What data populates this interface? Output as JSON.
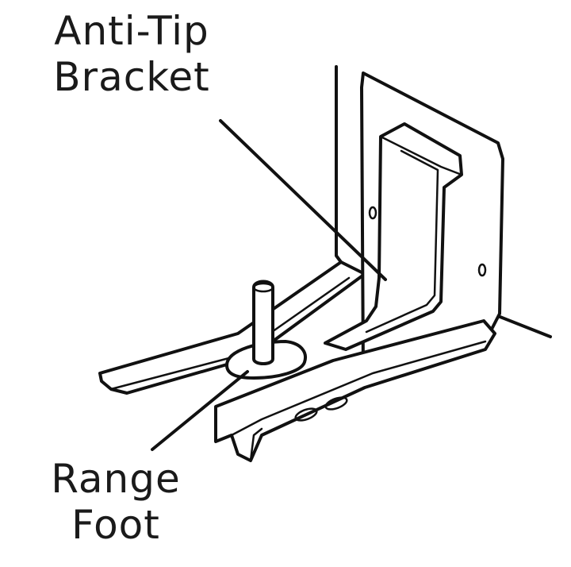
{
  "labels": {
    "bracket": {
      "line1": "Anti-Tip",
      "line2": "Bracket"
    },
    "foot": {
      "line1": "Range",
      "line2": "Foot"
    }
  },
  "colors": {
    "ink": "#111111",
    "background": "#ffffff"
  }
}
